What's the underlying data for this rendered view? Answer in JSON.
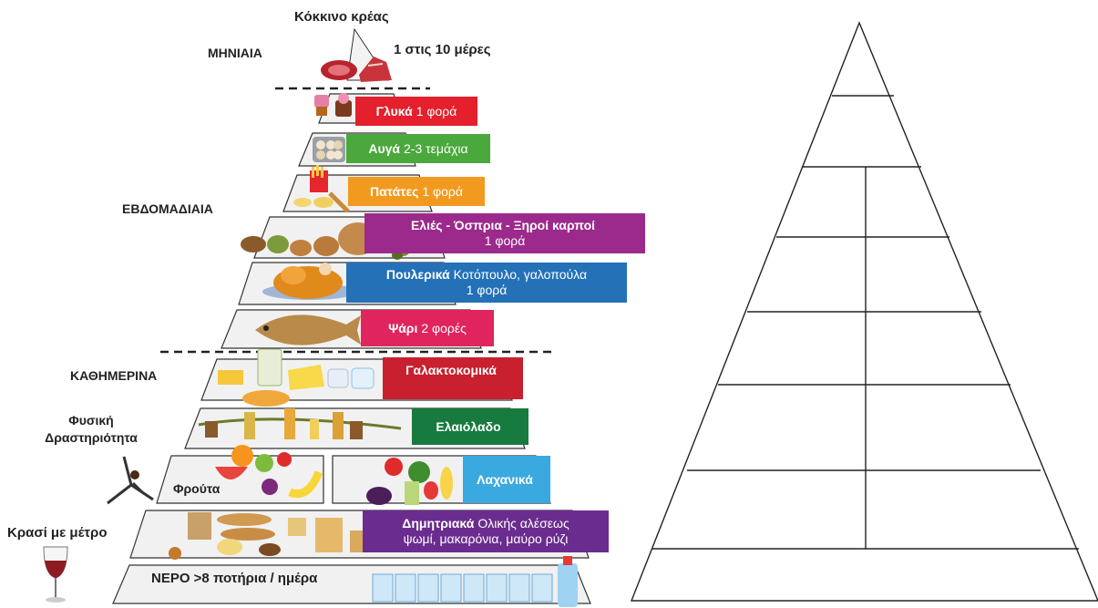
{
  "labels": {
    "red_meat_title": "Κόκκινο κρέας",
    "monthly": "ΜΗΝΙΑΙΑ",
    "red_meat_freq": "1 στις 10 μέρες",
    "weekly": "ΕΒΔΟΜΑΔΙΑΙΑ",
    "daily": "ΚΑΘΗΜΕΡΙΝΑ",
    "activity": "Φυσική Δραστηριότητα",
    "wine": "Κρασί με μέτρο"
  },
  "tiers": {
    "sweets": {
      "name": "Γλυκά",
      "freq": "1 φορά",
      "color": "#e4202d"
    },
    "eggs": {
      "name": "Αυγά",
      "freq": "2-3 τεμάχια",
      "color": "#4aa83c"
    },
    "potatoes": {
      "name": "Πατάτες",
      "freq": "1 φορά",
      "color": "#f29a1f"
    },
    "olives": {
      "name": "Ελιές - Όσπρια - Ξηροί καρποί",
      "freq": "1 φορά",
      "color": "#9c2a8c"
    },
    "poultry": {
      "name": "Πουλερικά",
      "detail": "Κοτόπουλο, γαλοπούλα",
      "freq": "1 φορά",
      "color": "#2471b8"
    },
    "fish": {
      "name": "Ψάρι",
      "freq": "2 φορές",
      "color": "#e0245e"
    },
    "dairy": {
      "name": "Γαλακτοκομικά",
      "color": "#c8202f"
    },
    "olive_oil": {
      "name": "Ελαιόλαδο",
      "color": "#177a3e"
    },
    "fruits": {
      "name": "Φρούτα"
    },
    "vegetables": {
      "name": "Λαχανικά",
      "color": "#3aa9e0"
    },
    "cereals": {
      "name": "Δημητριακά",
      "detail": "Ολικής αλέσεως",
      "detail2": "ψωμί, μακαρόνια, μαύρο ρύζι",
      "color": "#6b2c8f"
    },
    "water": {
      "name": "ΝΕΡΟ >8 ποτήρια / ημέρα"
    }
  },
  "empty_pyramid": {
    "tiers": 8
  }
}
